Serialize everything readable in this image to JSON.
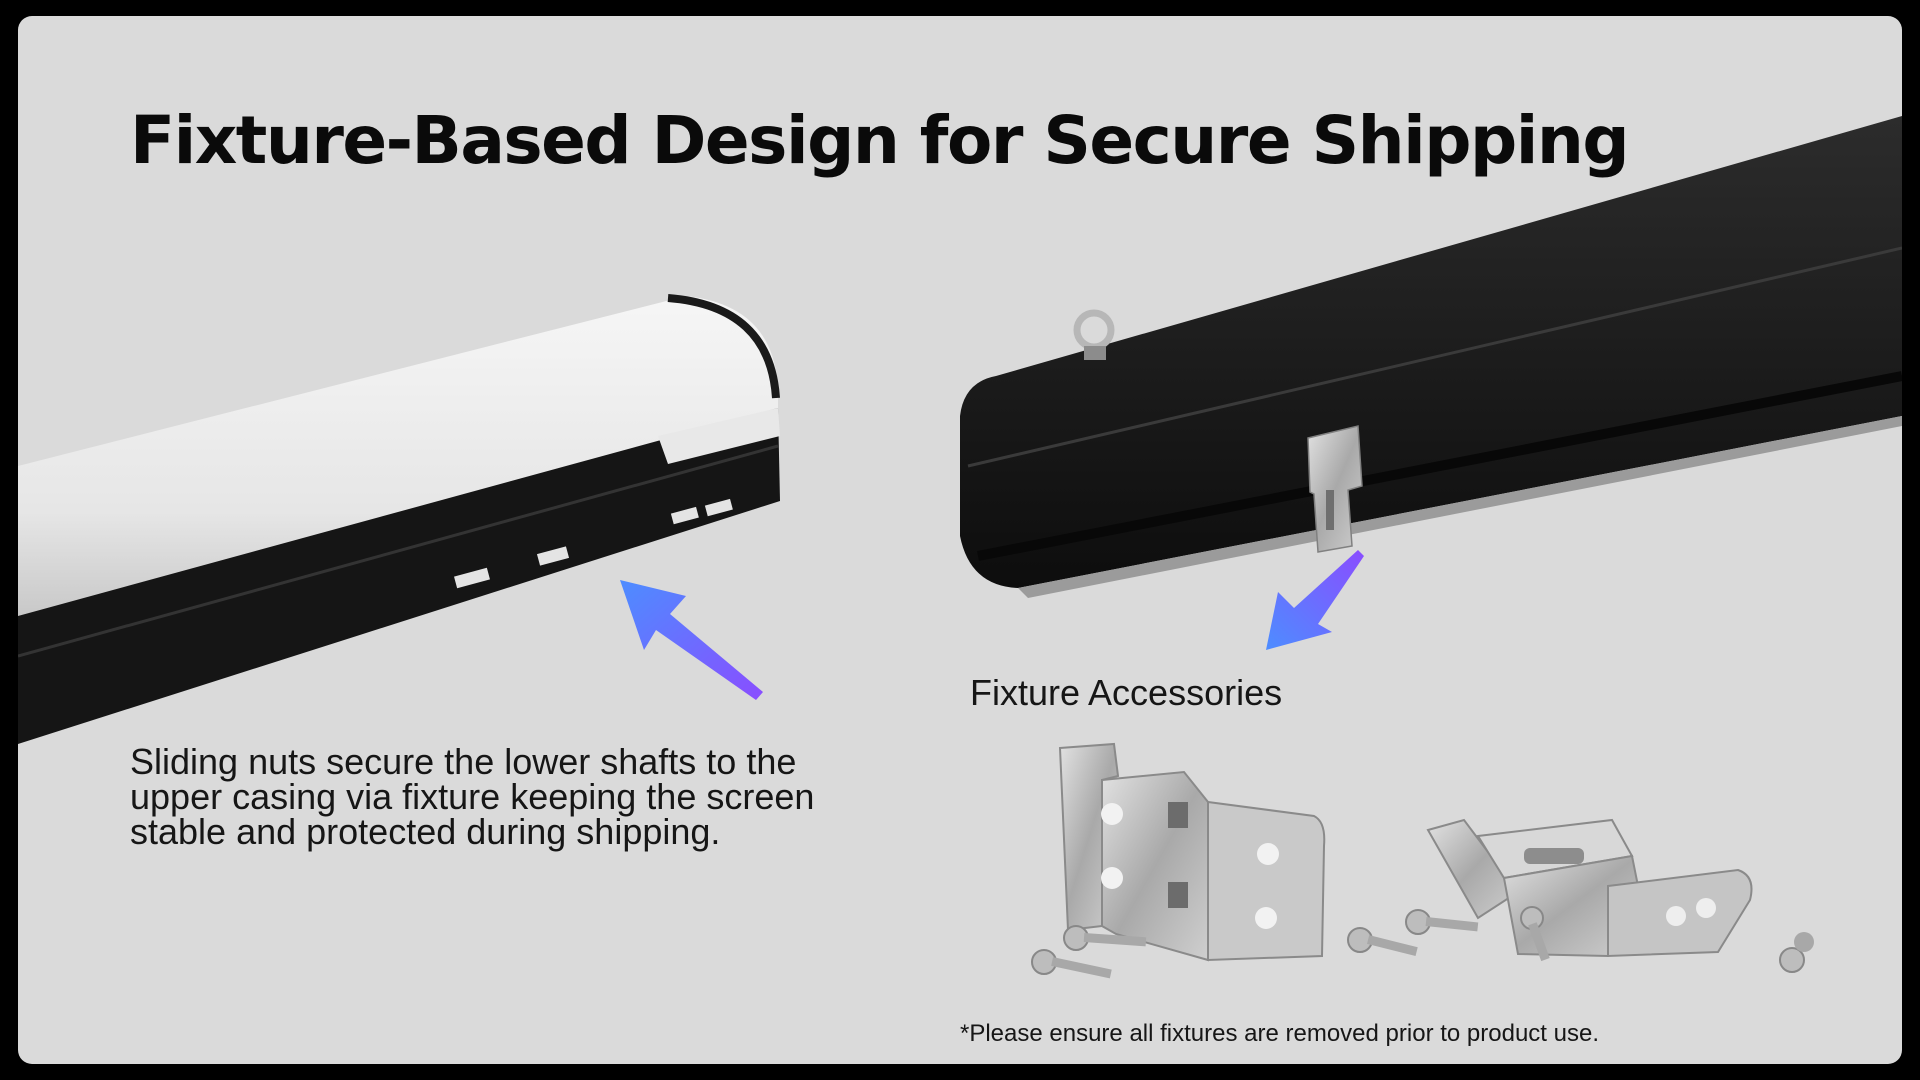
{
  "title": "Fixture-Based Design for Secure Shipping",
  "accessories_label": "Fixture Accessories",
  "description": "Sliding nuts secure the lower shafts to the upper casing via fixture keeping the screen stable and protected during shipping.",
  "footnote": "*Please ensure all fixtures are removed prior to product use.",
  "colors": {
    "panel_background": "#dadada",
    "arrow_gradient_start": "#4d8dff",
    "arrow_gradient_end": "#8a4dff",
    "white_casing": "#ececec",
    "black_casing": "#1c1c1c"
  },
  "icons": [
    "white-screen-casing-image",
    "black-screen-casing-image",
    "eye-bolt-icon",
    "fixture-clip-icon",
    "arrow-icon",
    "fixture-bracket-image",
    "screw-icon"
  ]
}
